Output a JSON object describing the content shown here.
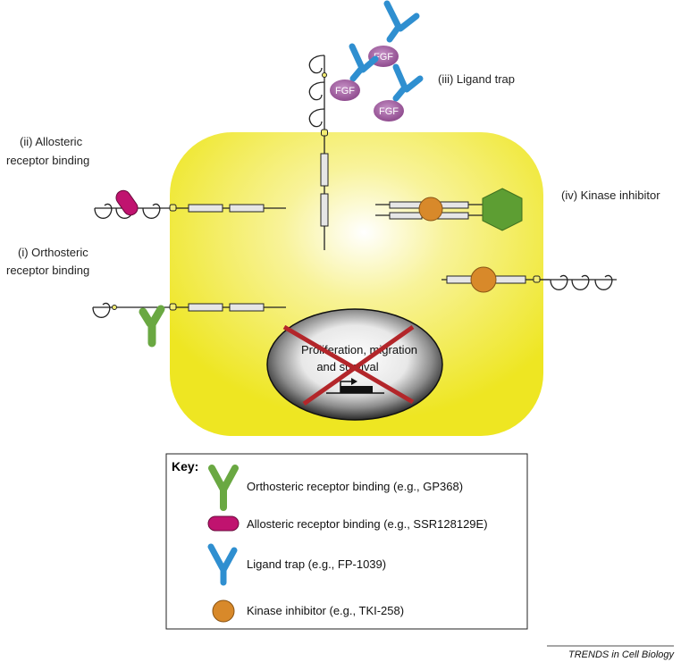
{
  "labels": {
    "ligand_trap": "(iii) Ligand trap",
    "allosteric_line1": "(ii) Allosteric",
    "allosteric_line2": "receptor binding",
    "orthosteric_line1": "(i) Orthosteric",
    "orthosteric_line2": "receptor binding",
    "kinase_inhibitor": "(iv) Kinase inhibitor"
  },
  "ligand": {
    "fgf_label": "FGF"
  },
  "nucleus": {
    "line1": "Proliferation, migration",
    "line2": "and survival"
  },
  "key": {
    "title": "Key:",
    "items": [
      {
        "text": "Orthosteric receptor binding (e.g., GP368)",
        "icon": "green-y-antibody-icon",
        "color": "#6aa842"
      },
      {
        "text": "Allosteric receptor binding (e.g., SSR128129E)",
        "icon": "magenta-pill-icon",
        "color": "#c0136f"
      },
      {
        "text": "Ligand trap (e.g., FP-1039)",
        "icon": "blue-y-antibody-icon",
        "color": "#2f8fd0"
      },
      {
        "text": "Kinase inhibitor (e.g., TKI-258)",
        "icon": "orange-circle-icon",
        "color": "#d8892a"
      }
    ]
  },
  "footer": {
    "source": "TRENDS in Cell Biology"
  },
  "colors": {
    "cell": "#eee622",
    "orthosteric": "#6aa842",
    "allosteric": "#c0136f",
    "ligand_trap": "#2f8fd0",
    "fgf": "#a0579f",
    "kinase_inhibitor": "#d8892a",
    "hexagon": "#5d9e33",
    "cross": "#b3262a"
  }
}
